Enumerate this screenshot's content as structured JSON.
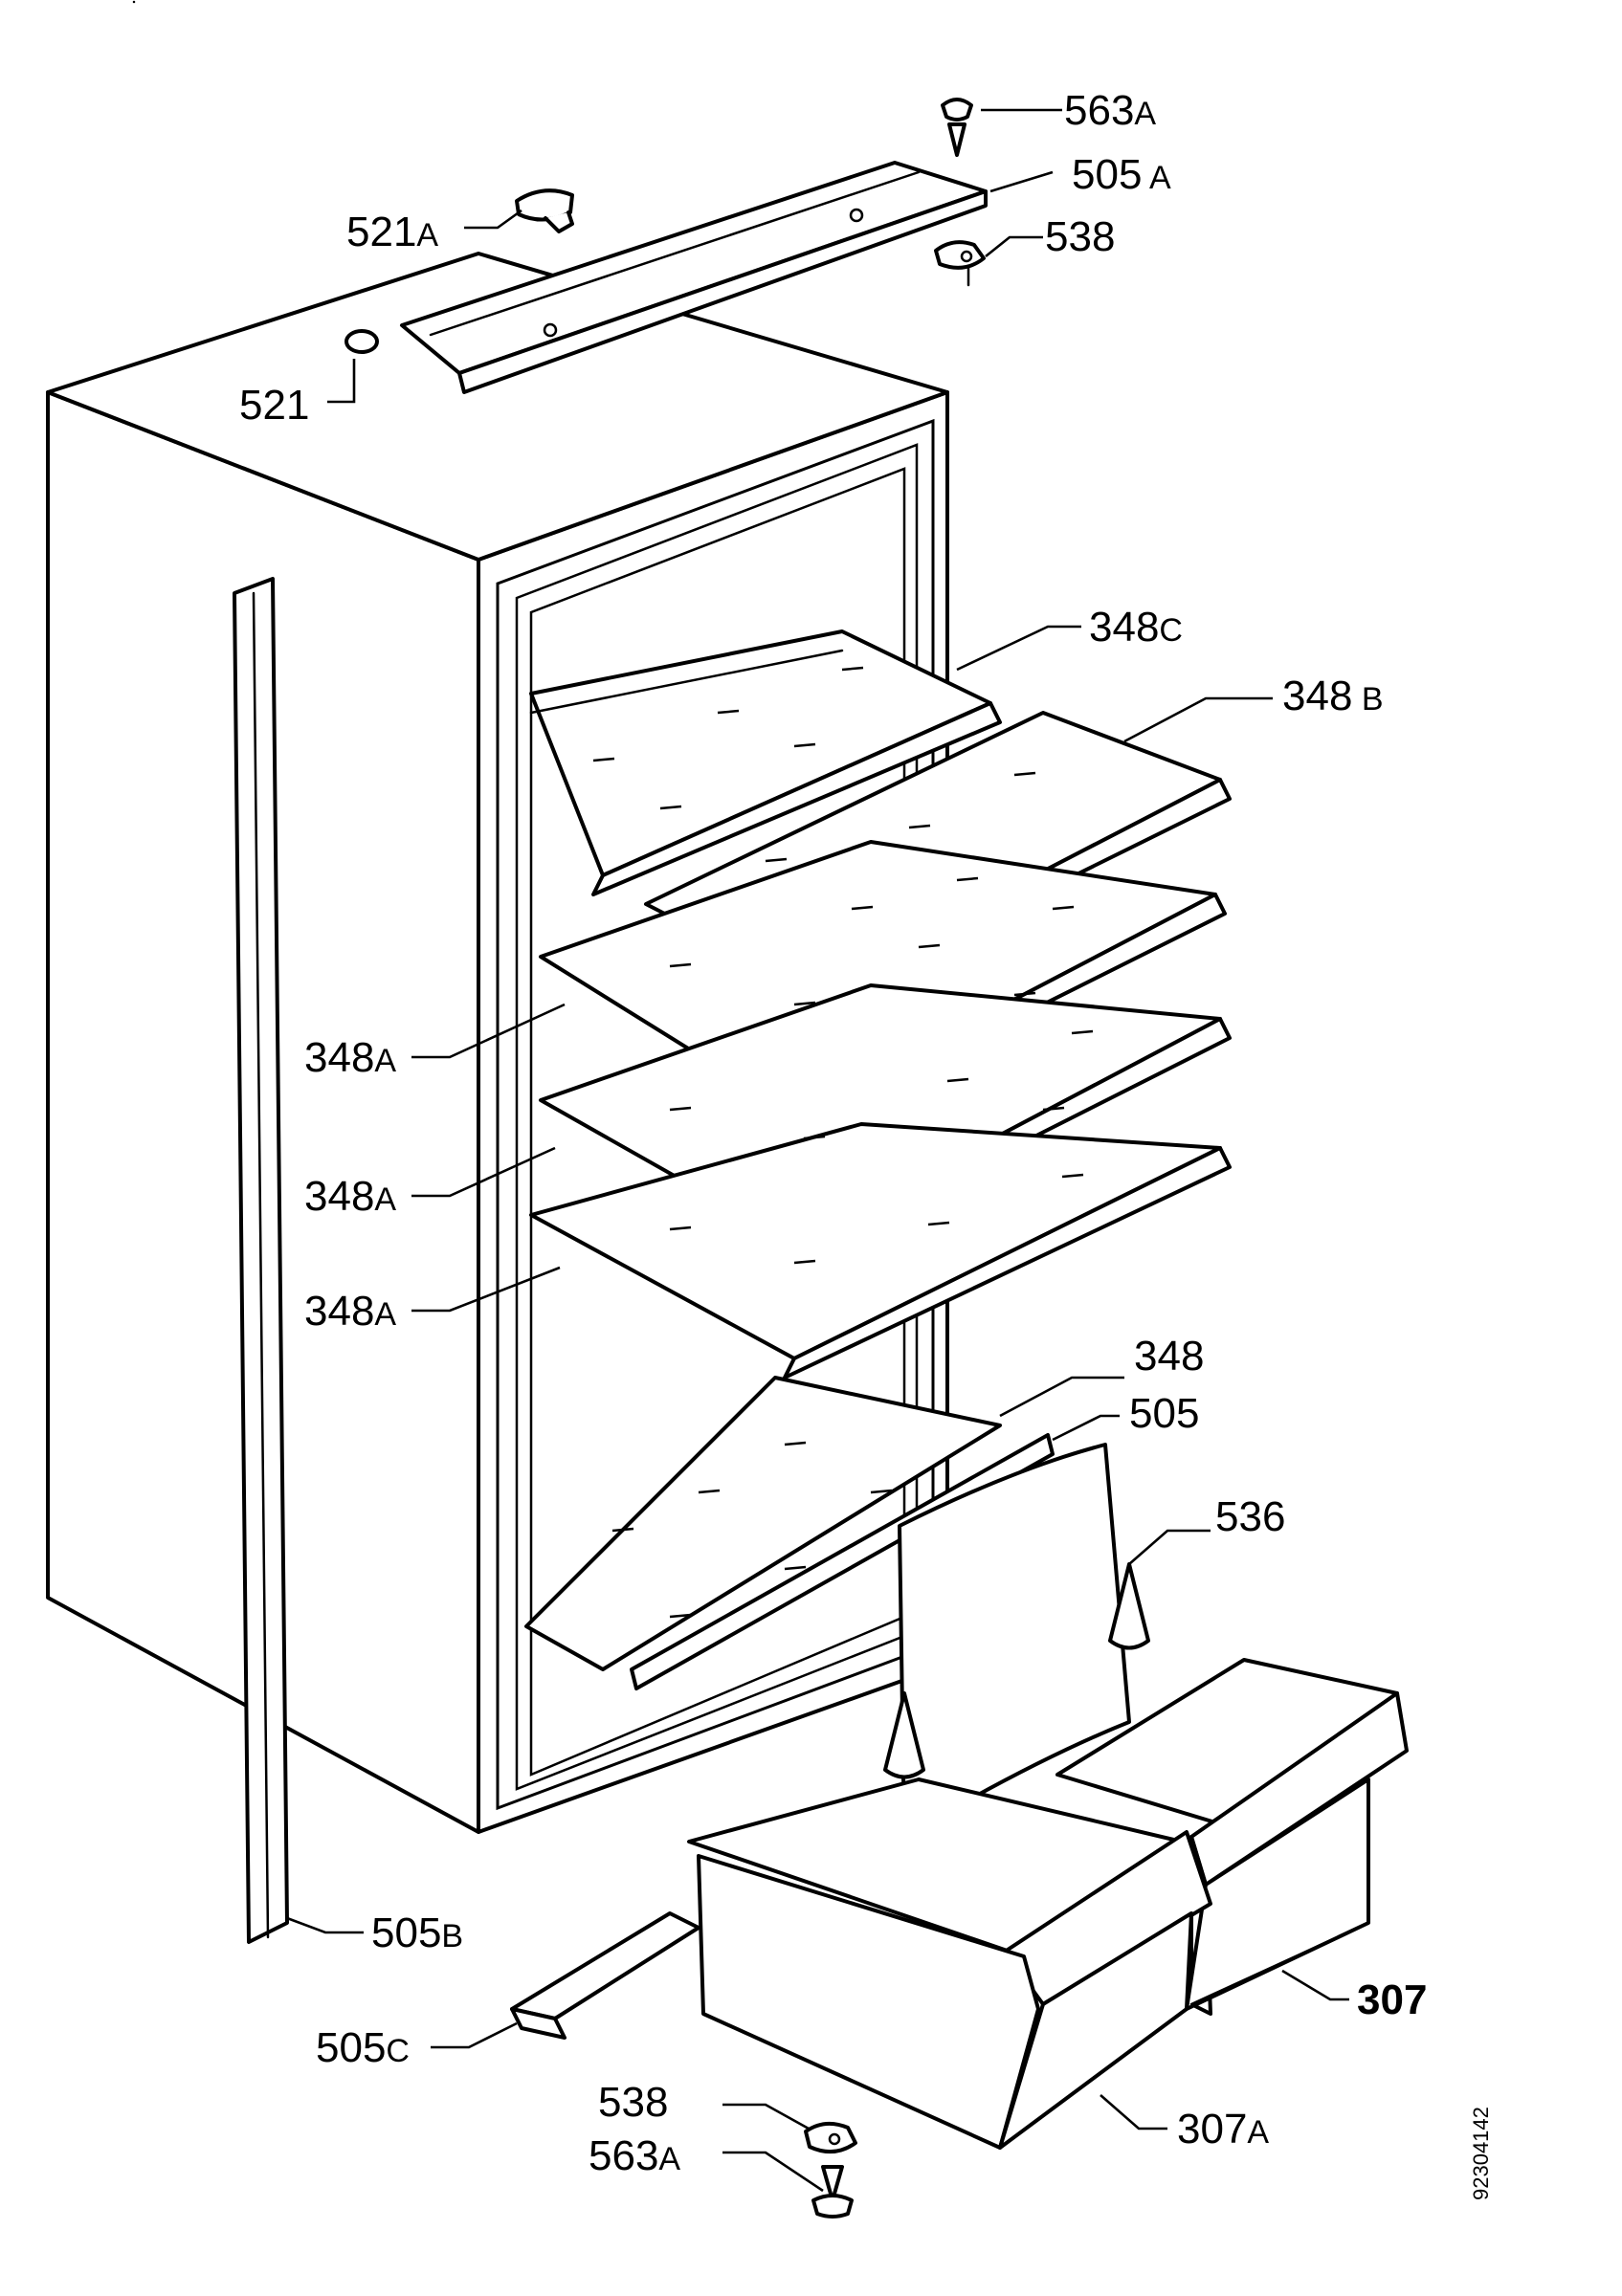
{
  "labels": {
    "l563A_top": {
      "num": "563",
      "suffix": "A"
    },
    "l505A": {
      "num": "505",
      "suffix": " A"
    },
    "l521A": {
      "num": "521",
      "suffix": "A"
    },
    "l538_top": {
      "num": "538",
      "suffix": ""
    },
    "l521": {
      "num": "521",
      "suffix": ""
    },
    "l348C": {
      "num": "348",
      "suffix": "C"
    },
    "l348B": {
      "num": "348",
      "suffix": " B"
    },
    "l348A_1": {
      "num": "348",
      "suffix": "A"
    },
    "l348A_2": {
      "num": "348",
      "suffix": "A"
    },
    "l348A_3": {
      "num": "348",
      "suffix": "A"
    },
    "l348": {
      "num": "348",
      "suffix": ""
    },
    "l505": {
      "num": "505",
      "suffix": ""
    },
    "l536": {
      "num": "536",
      "suffix": ""
    },
    "l505B": {
      "num": "505",
      "suffix": "B"
    },
    "l505C": {
      "num": "505",
      "suffix": "C"
    },
    "l307": {
      "num": "307",
      "suffix": ""
    },
    "l538_bot": {
      "num": "538",
      "suffix": ""
    },
    "l563A_bot": {
      "num": "563",
      "suffix": "A"
    },
    "l307A": {
      "num": "307",
      "suffix": "A"
    }
  },
  "drawing_code": "92304142"
}
